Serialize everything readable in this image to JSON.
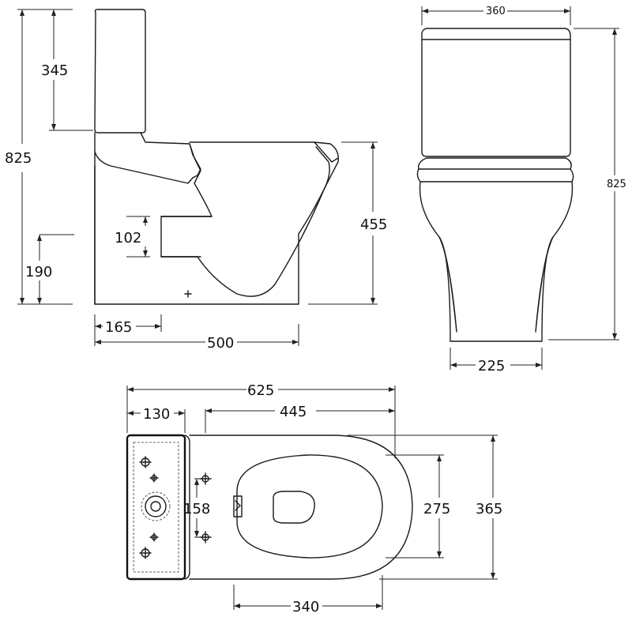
{
  "side_view": {
    "dim_overall_height": "825",
    "dim_cistern_height": "345",
    "dim_outlet_height": "190",
    "dim_outlet_size": "102",
    "dim_pan_height": "455",
    "dim_outlet_setback": "165",
    "dim_pan_length": "500"
  },
  "front_view": {
    "dim_width": "360",
    "dim_height": "825",
    "dim_base_width": "225"
  },
  "plan_view": {
    "dim_overall_length": "625",
    "dim_cistern_depth": "130",
    "dim_pan_length": "445",
    "dim_fixing_spacing": "158",
    "dim_seat_width": "275",
    "dim_pan_width": "365",
    "dim_bowl_length": "340"
  }
}
